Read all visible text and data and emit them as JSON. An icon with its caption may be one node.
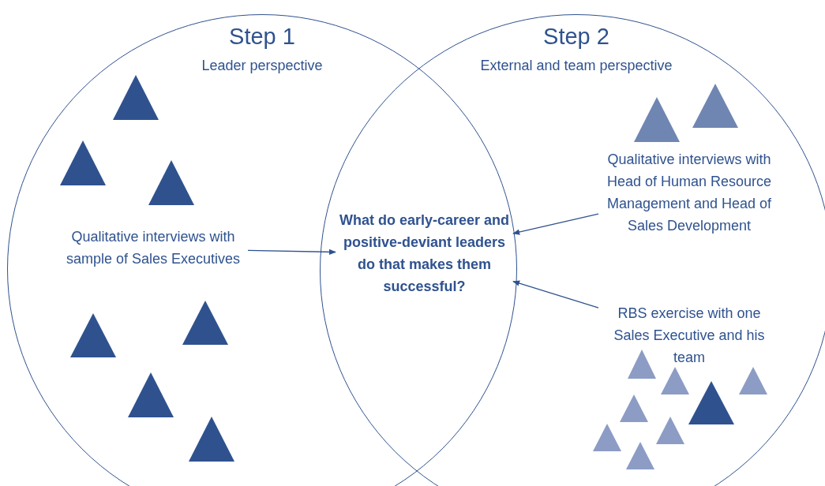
{
  "diagram": {
    "nodes": [
      {
        "text": [
          "Step 1",
          "Leader perspective"
        ]
      },
      {
        "text": [
          "Step 2",
          "External and team perspective"
        ]
      },
      {
        "text": [
          "Qualitative interviews with sample of Sales Executives"
        ],
        "in": 0
      },
      {
        "text": [
          "What do early-career and positive-deviant leaders do that makes them successful?"
        ]
      },
      {
        "text": [
          "Qualitative interviews with Head of Human Resource Management and Head of Sales Development"
        ],
        "in": 1
      },
      {
        "text": [
          "RBS exercise with one Sales Executive and his team"
        ],
        "in": 1
      }
    ],
    "edges": [
      {
        "from": 2,
        "to": 3,
        "arrow": "to"
      },
      {
        "from": 4,
        "to": 3,
        "arrow": "to"
      },
      {
        "from": 5,
        "to": 3,
        "arrow": "to"
      }
    ]
  }
}
